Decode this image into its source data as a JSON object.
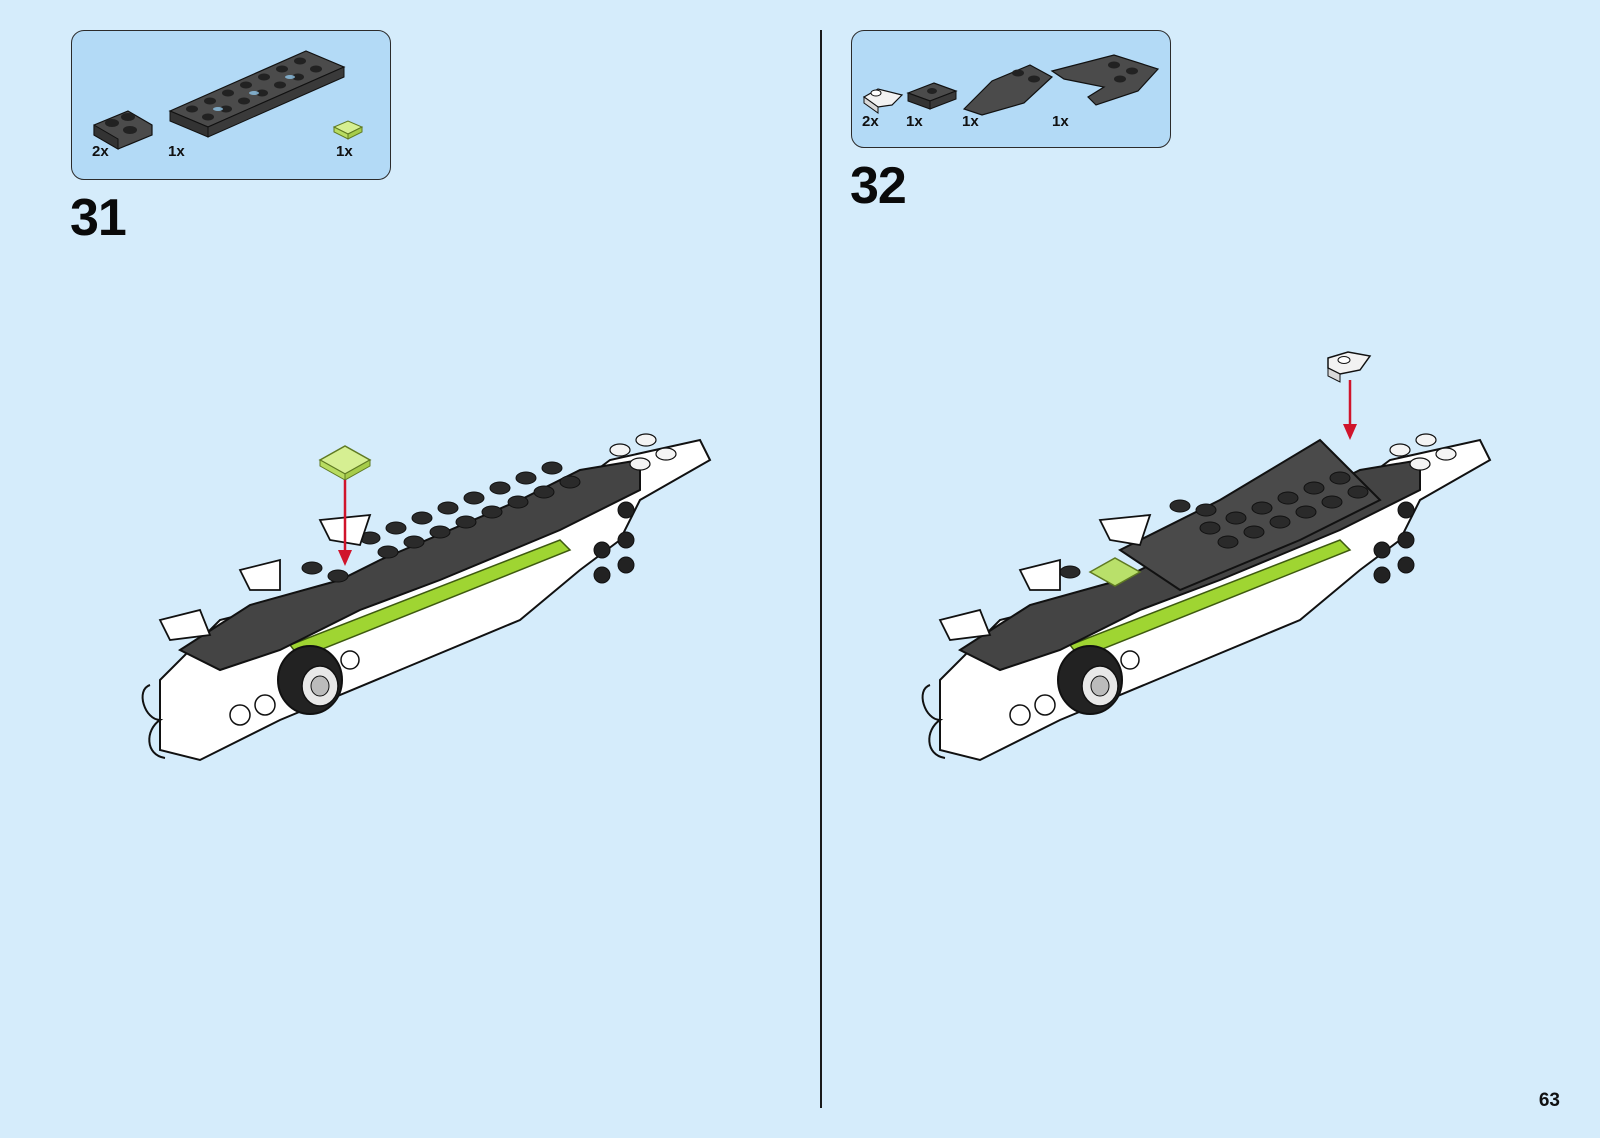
{
  "page": {
    "number": "63"
  },
  "steps": [
    {
      "number": "31",
      "parts": [
        {
          "quantity": "2x",
          "description": "dark grey corner plate",
          "color": "#5a5a5a"
        },
        {
          "quantity": "1x",
          "description": "dark grey long plate",
          "color": "#5a5a5a"
        },
        {
          "quantity": "1x",
          "description": "transparent lime tile",
          "color": "#c8e87a"
        }
      ]
    },
    {
      "number": "32",
      "parts": [
        {
          "quantity": "2x",
          "description": "white wedge plate",
          "color": "#f2f2f2"
        },
        {
          "quantity": "1x",
          "description": "dark grey jumper plate",
          "color": "#5a5a5a"
        },
        {
          "quantity": "1x",
          "description": "dark grey curved wedge",
          "color": "#5a5a5a"
        },
        {
          "quantity": "1x",
          "description": "dark grey large wedge plate",
          "color": "#5a5a5a"
        }
      ]
    }
  ],
  "colors": {
    "background": "#d5ecfb",
    "parts_box": "#b3daf6",
    "arrow": "#d0142b",
    "dark_grey": "#4a4a4a",
    "lime": "#9fd532"
  }
}
